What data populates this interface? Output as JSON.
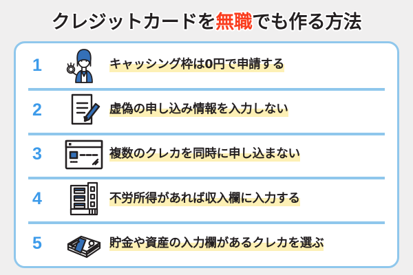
{
  "title": {
    "prefix": "クレジットカードを",
    "highlight": "無職",
    "suffix": "でも作る方法",
    "highlight_color": "#fa3c1e",
    "text_color": "#231f20"
  },
  "card": {
    "border_color": "#8fc7ec",
    "divider_color": "#8fc7ec",
    "background": "#ffffff",
    "number_color": "#3d9bea",
    "highlight_color": "#fdf0b5"
  },
  "page": {
    "background_color": "#f0efef"
  },
  "rows": [
    {
      "number": "1",
      "icon": "businesswoman-ok-gesture-icon",
      "text": "キャッシング枠は0円で申請する"
    },
    {
      "number": "2",
      "icon": "document-with-pen-icon",
      "text": "虚偽の申し込み情報を入力しない"
    },
    {
      "number": "3",
      "icon": "credit-card-icon",
      "text": "複数のクレカを同時に申し込まない"
    },
    {
      "number": "4",
      "icon": "apartment-building-icon",
      "text": "不労所得があれば収入欄に入力する"
    },
    {
      "number": "5",
      "icon": "cash-bundle-icon",
      "text": "貯金や資産の入力欄があるクレカを選ぶ"
    }
  ]
}
